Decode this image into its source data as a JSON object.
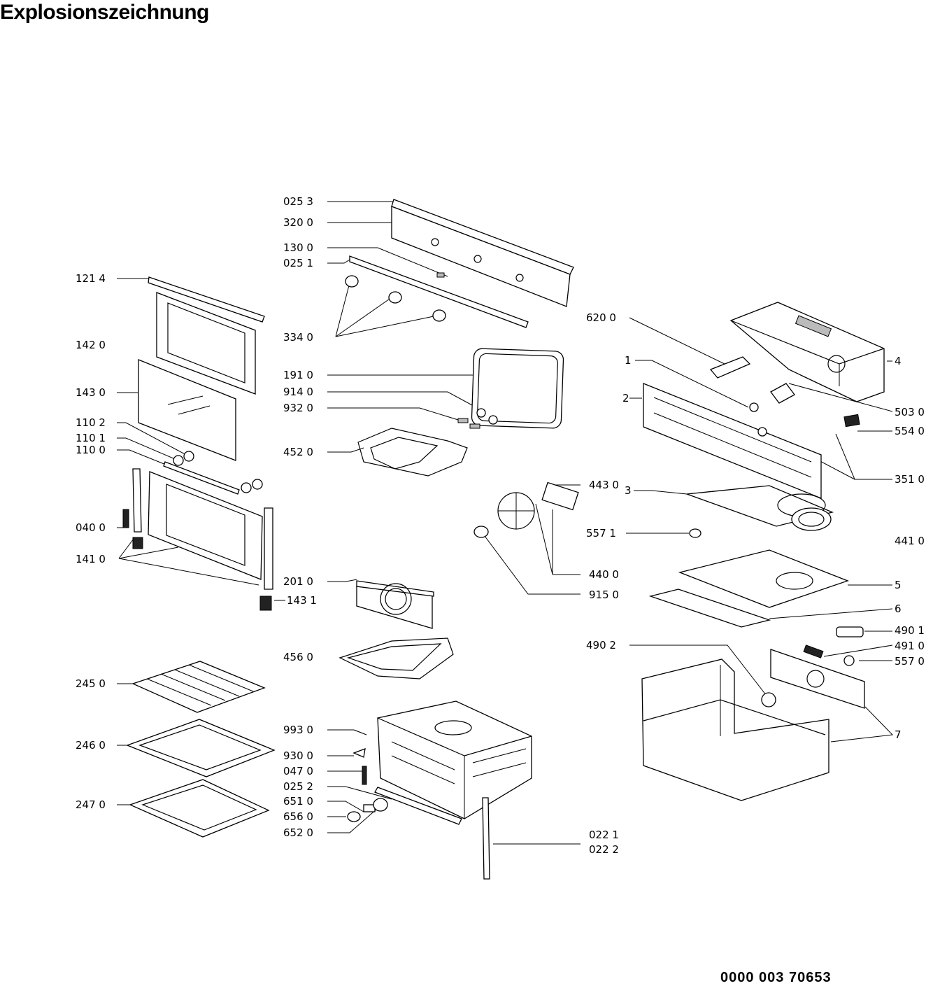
{
  "title": "Explosionszeichnung",
  "document_number": "0000 003 70653",
  "callouts": {
    "c0253": "025 3",
    "c3200": "320 0",
    "c1300": "130 0",
    "c0251": "025 1",
    "c1214": "121 4",
    "c3340": "334 0",
    "c1420": "142 0",
    "c6200": "620 0",
    "c1910": "191 0",
    "c9140": "914 0",
    "c9320": "932 0",
    "c4520": "452 0",
    "c1430": "143 0",
    "c1102": "110 2",
    "c1101": "110 1",
    "c1100": "110 0",
    "c0400": "040 0",
    "c1410": "141 0",
    "c2010": "201 0",
    "c1431": "143 1",
    "c4560": "456 0",
    "c2450": "245 0",
    "c2460": "246 0",
    "c2470": "247 0",
    "c9930": "993 0",
    "c9300": "930 0",
    "c0470": "047 0",
    "c0252": "025 2",
    "c6510": "651 0",
    "c6560": "656 0",
    "c6520": "652 0",
    "c0221": "022 1",
    "c0222": "022 2",
    "c4430": "443 0",
    "c5571": "557 1",
    "c4400": "440 0",
    "c9150": "915 0",
    "c4902": "490 2",
    "c1": "1",
    "c2": "2",
    "c3": "3",
    "c4": "4",
    "c5": "5",
    "c6": "6",
    "c7": "7",
    "c5030": "503 0",
    "c5540": "554 0",
    "c3510": "351 0",
    "c4410": "441 0",
    "c4901": "490 1",
    "c4910": "491 0",
    "c5570": "557 0"
  }
}
